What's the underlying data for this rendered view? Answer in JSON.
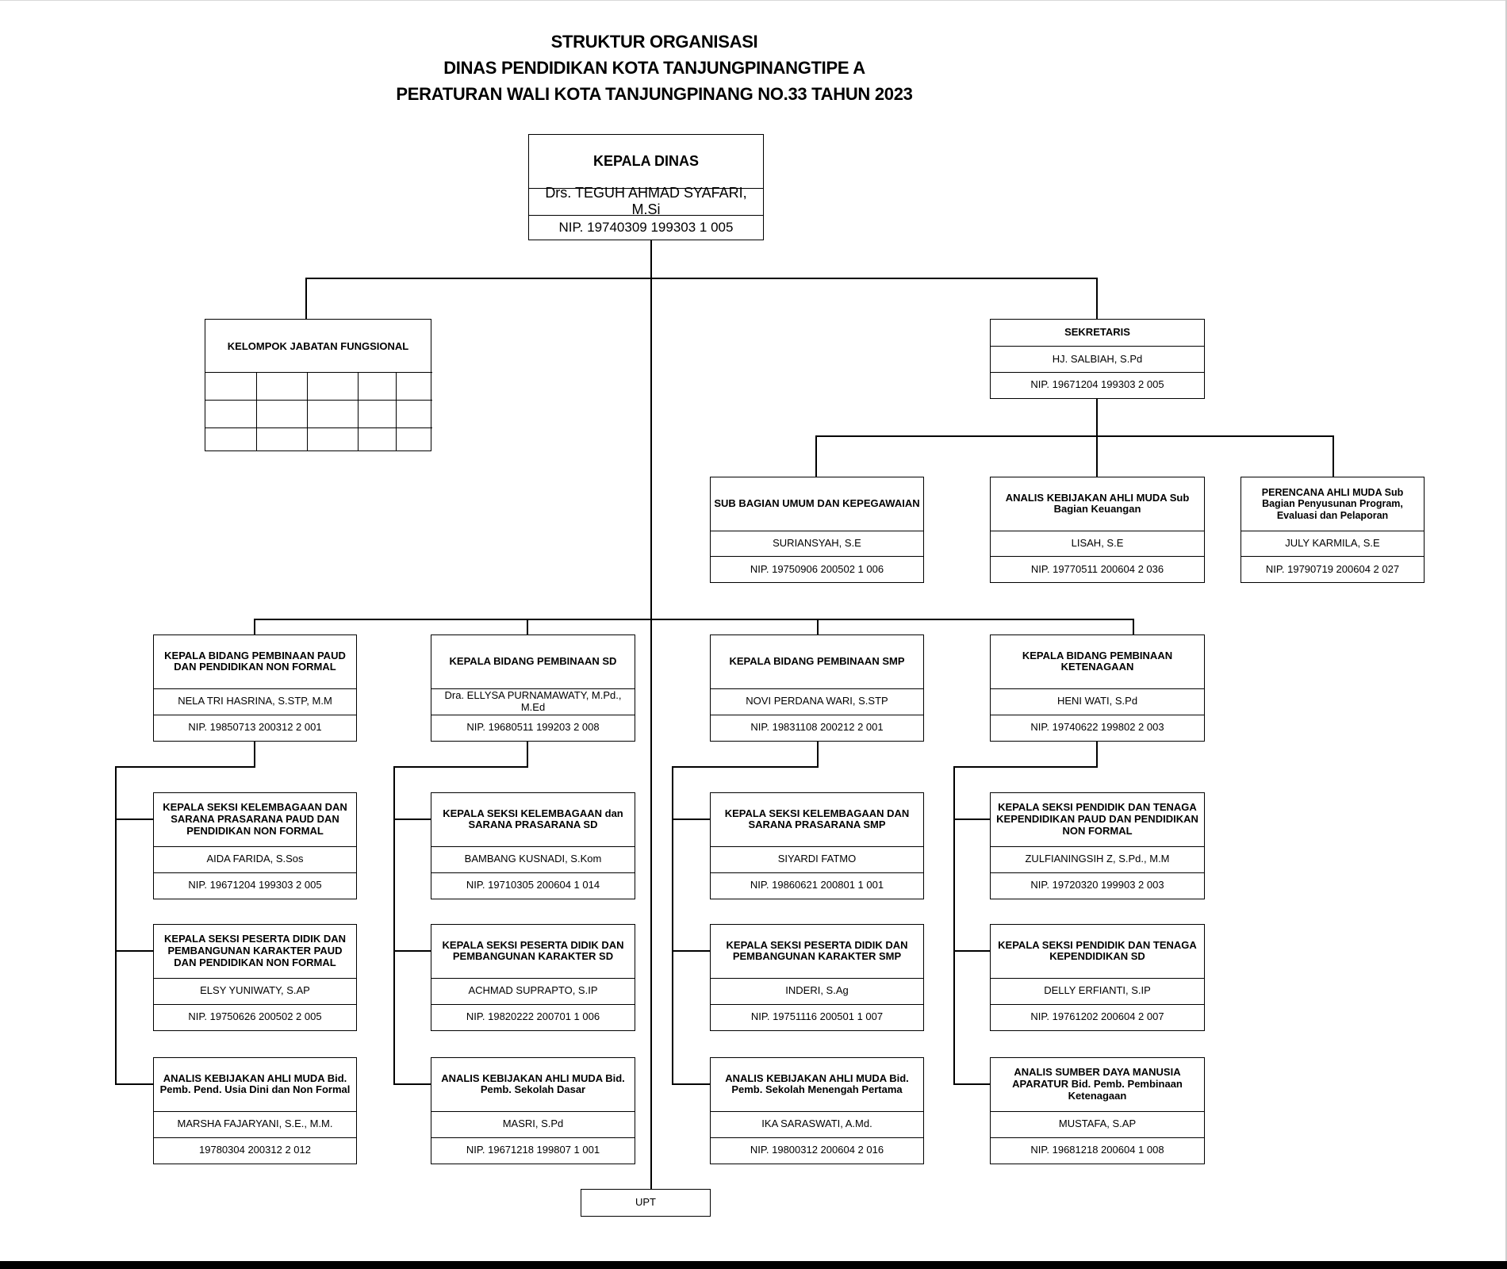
{
  "title": {
    "line1": "STRUKTUR ORGANISASI",
    "line2": "DINAS PENDIDIKAN KOTA TANJUNGPINANGTIPE A",
    "line3": "PERATURAN WALI KOTA TANJUNGPINANG NO.33 TAHUN 2023"
  },
  "kepala": {
    "title": "KEPALA DINAS",
    "name": "Drs. TEGUH AHMAD SYAFARI, M.Si",
    "nip": "NIP. 19740309 199303 1 005"
  },
  "fungsional": {
    "title": "KELOMPOK JABATAN FUNGSIONAL"
  },
  "sekretaris": {
    "title": "SEKRETARIS",
    "name": "HJ. SALBIAH, S.Pd",
    "nip": "NIP. 19671204 199303 2 005"
  },
  "subbag": [
    {
      "title": "SUB BAGIAN UMUM DAN KEPEGAWAIAN",
      "name": "SURIANSYAH, S.E",
      "nip": "NIP. 19750906 200502 1 006"
    },
    {
      "title": "ANALIS KEBIJAKAN AHLI MUDA Sub Bagian Keuangan",
      "name": "LISAH, S.E",
      "nip": "NIP. 19770511 200604 2 036"
    },
    {
      "title": "PERENCANA AHLI MUDA Sub Bagian Penyusunan Program, Evaluasi dan Pelaporan",
      "name": "JULY KARMILA, S.E",
      "nip": "NIP. 19790719 200604 2 027"
    }
  ],
  "bidang": [
    {
      "title": "KEPALA BIDANG PEMBINAAN PAUD DAN PENDIDIKAN NON FORMAL",
      "name": "NELA TRI HASRINA, S.STP, M.M",
      "nip": "NIP. 19850713 200312 2 001",
      "seksi": [
        {
          "title": "KEPALA SEKSI KELEMBAGAAN DAN SARANA PRASARANA PAUD DAN PENDIDIKAN NON FORMAL",
          "name": "AIDA FARIDA, S.Sos",
          "nip": "NIP. 19671204 199303 2 005"
        },
        {
          "title": "KEPALA SEKSI PESERTA DIDIK DAN PEMBANGUNAN KARAKTER PAUD DAN PENDIDIKAN NON FORMAL",
          "name": "ELSY YUNIWATY, S.AP",
          "nip": "NIP. 19750626 200502 2 005"
        },
        {
          "title": "ANALIS KEBIJAKAN AHLI MUDA Bid. Pemb. Pend. Usia Dini dan Non Formal",
          "name": "MARSHA FAJARYANI, S.E., M.M.",
          "nip": "19780304 200312 2 012"
        }
      ]
    },
    {
      "title": "KEPALA BIDANG PEMBINAAN SD",
      "name": "Dra. ELLYSA PURNAMAWATY, M.Pd., M.Ed",
      "nip": "NIP. 19680511 199203 2 008",
      "seksi": [
        {
          "title": "KEPALA SEKSI KELEMBAGAAN dan SARANA PRASARANA SD",
          "name": "BAMBANG KUSNADI, S.Kom",
          "nip": "NIP. 19710305 200604 1 014"
        },
        {
          "title": "KEPALA SEKSI PESERTA DIDIK DAN PEMBANGUNAN KARAKTER SD",
          "name": "ACHMAD SUPRAPTO, S.IP",
          "nip": "NIP. 19820222 200701 1 006"
        },
        {
          "title": "ANALIS KEBIJAKAN AHLI MUDA Bid. Pemb. Sekolah Dasar",
          "name": "MASRI, S.Pd",
          "nip": "NIP. 19671218 199807 1 001"
        }
      ]
    },
    {
      "title": "KEPALA BIDANG PEMBINAAN SMP",
      "name": "NOVI PERDANA WARI, S.STP",
      "nip": "NIP. 19831108 200212 2 001",
      "seksi": [
        {
          "title": "KEPALA SEKSI KELEMBAGAAN DAN SARANA PRASARANA SMP",
          "name": "SIYARDI FATMO",
          "nip": "NIP. 19860621 200801 1 001"
        },
        {
          "title": "KEPALA SEKSI PESERTA DIDIK DAN PEMBANGUNAN KARAKTER SMP",
          "name": "INDERI, S.Ag",
          "nip": "NIP. 19751116 200501 1 007"
        },
        {
          "title": "ANALIS KEBIJAKAN AHLI MUDA Bid. Pemb. Sekolah Menengah Pertama",
          "name": "IKA SARASWATI, A.Md.",
          "nip": "NIP. 19800312 200604 2 016"
        }
      ]
    },
    {
      "title": "KEPALA BIDANG PEMBINAAN KETENAGAAN",
      "name": "HENI WATI, S.Pd",
      "nip": "NIP. 19740622 199802 2 003",
      "seksi": [
        {
          "title": "KEPALA SEKSI PENDIDIK DAN TENAGA KEPENDIDIKAN PAUD DAN PENDIDIKAN NON FORMAL",
          "name": "ZULFIANINGSIH Z, S.Pd., M.M",
          "nip": "NIP. 19720320 199903 2 003"
        },
        {
          "title": "KEPALA SEKSI PENDIDIK DAN TENAGA KEPENDIDIKAN SD",
          "name": "DELLY ERFIANTI, S.IP",
          "nip": "NIP. 19761202 200604 2 007"
        },
        {
          "title": "ANALIS SUMBER DAYA MANUSIA APARATUR Bid. Pemb. Pembinaan Ketenagaan",
          "name": "MUSTAFA, S.AP",
          "nip": "NIP. 19681218 200604 1 008"
        }
      ]
    }
  ],
  "upt": {
    "label": "UPT"
  }
}
